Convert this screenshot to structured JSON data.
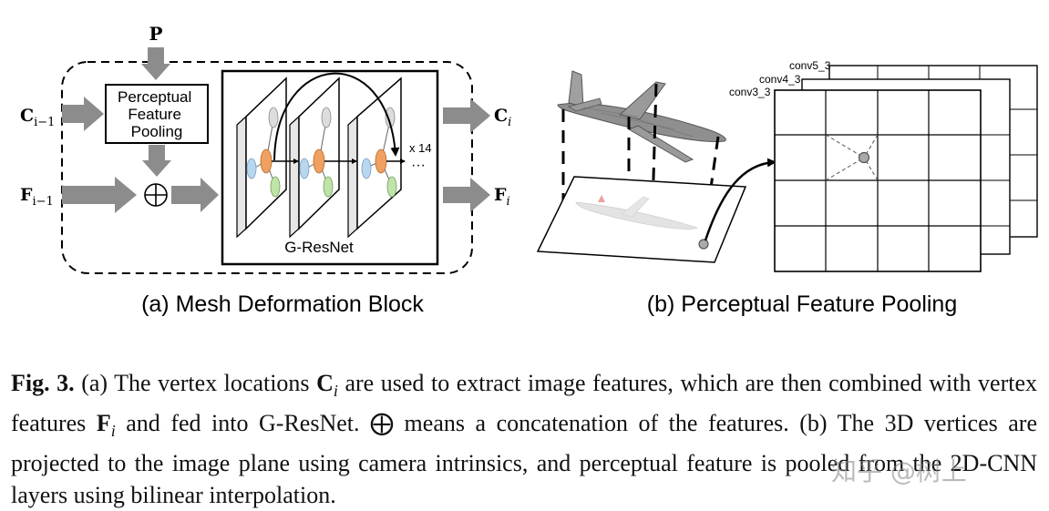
{
  "panel_a": {
    "title": "(a) Mesh Deformation Block",
    "input_p": "P",
    "input_c": "C",
    "input_c_sub": "i−1",
    "input_f": "F",
    "input_f_sub": "i−1",
    "output_c": "C",
    "output_c_sub": "i",
    "output_f": "F",
    "output_f_sub": "i",
    "pooling_box": [
      "Perceptual",
      "Feature",
      "Pooling"
    ],
    "repeat_label": "x 14",
    "ellipsis": "···",
    "gresnet_label": "G-ResNet"
  },
  "panel_b": {
    "title": "(b) Perceptual Feature Pooling",
    "layers": [
      "conv5_3",
      "conv4_3",
      "conv3_3"
    ]
  },
  "caption": {
    "label": "Fig. 3.",
    "t1": " (a) The vertex locations ",
    "sym_c": "C",
    "sub_i": "i",
    "t2": " are used to extract image features, which are then combined with vertex features ",
    "sym_f": "F",
    "t3": " and fed into G-ResNet. ",
    "oplus": "⨁",
    "t4": " means a concatenation of the features. (b) The 3D vertices are projected to the image plane using camera intrinsics, and perceptual feature is pooled from the 2D-CNN layers using bilinear interpolation."
  },
  "watermark": "知乎 @树上",
  "colors": {
    "arrow": "#8c8c8c",
    "frame": "#000000",
    "node_gray": "#cccccc",
    "node_orange": "#f0a060",
    "node_blue": "#9ec5e8",
    "node_green": "#a8d890"
  }
}
